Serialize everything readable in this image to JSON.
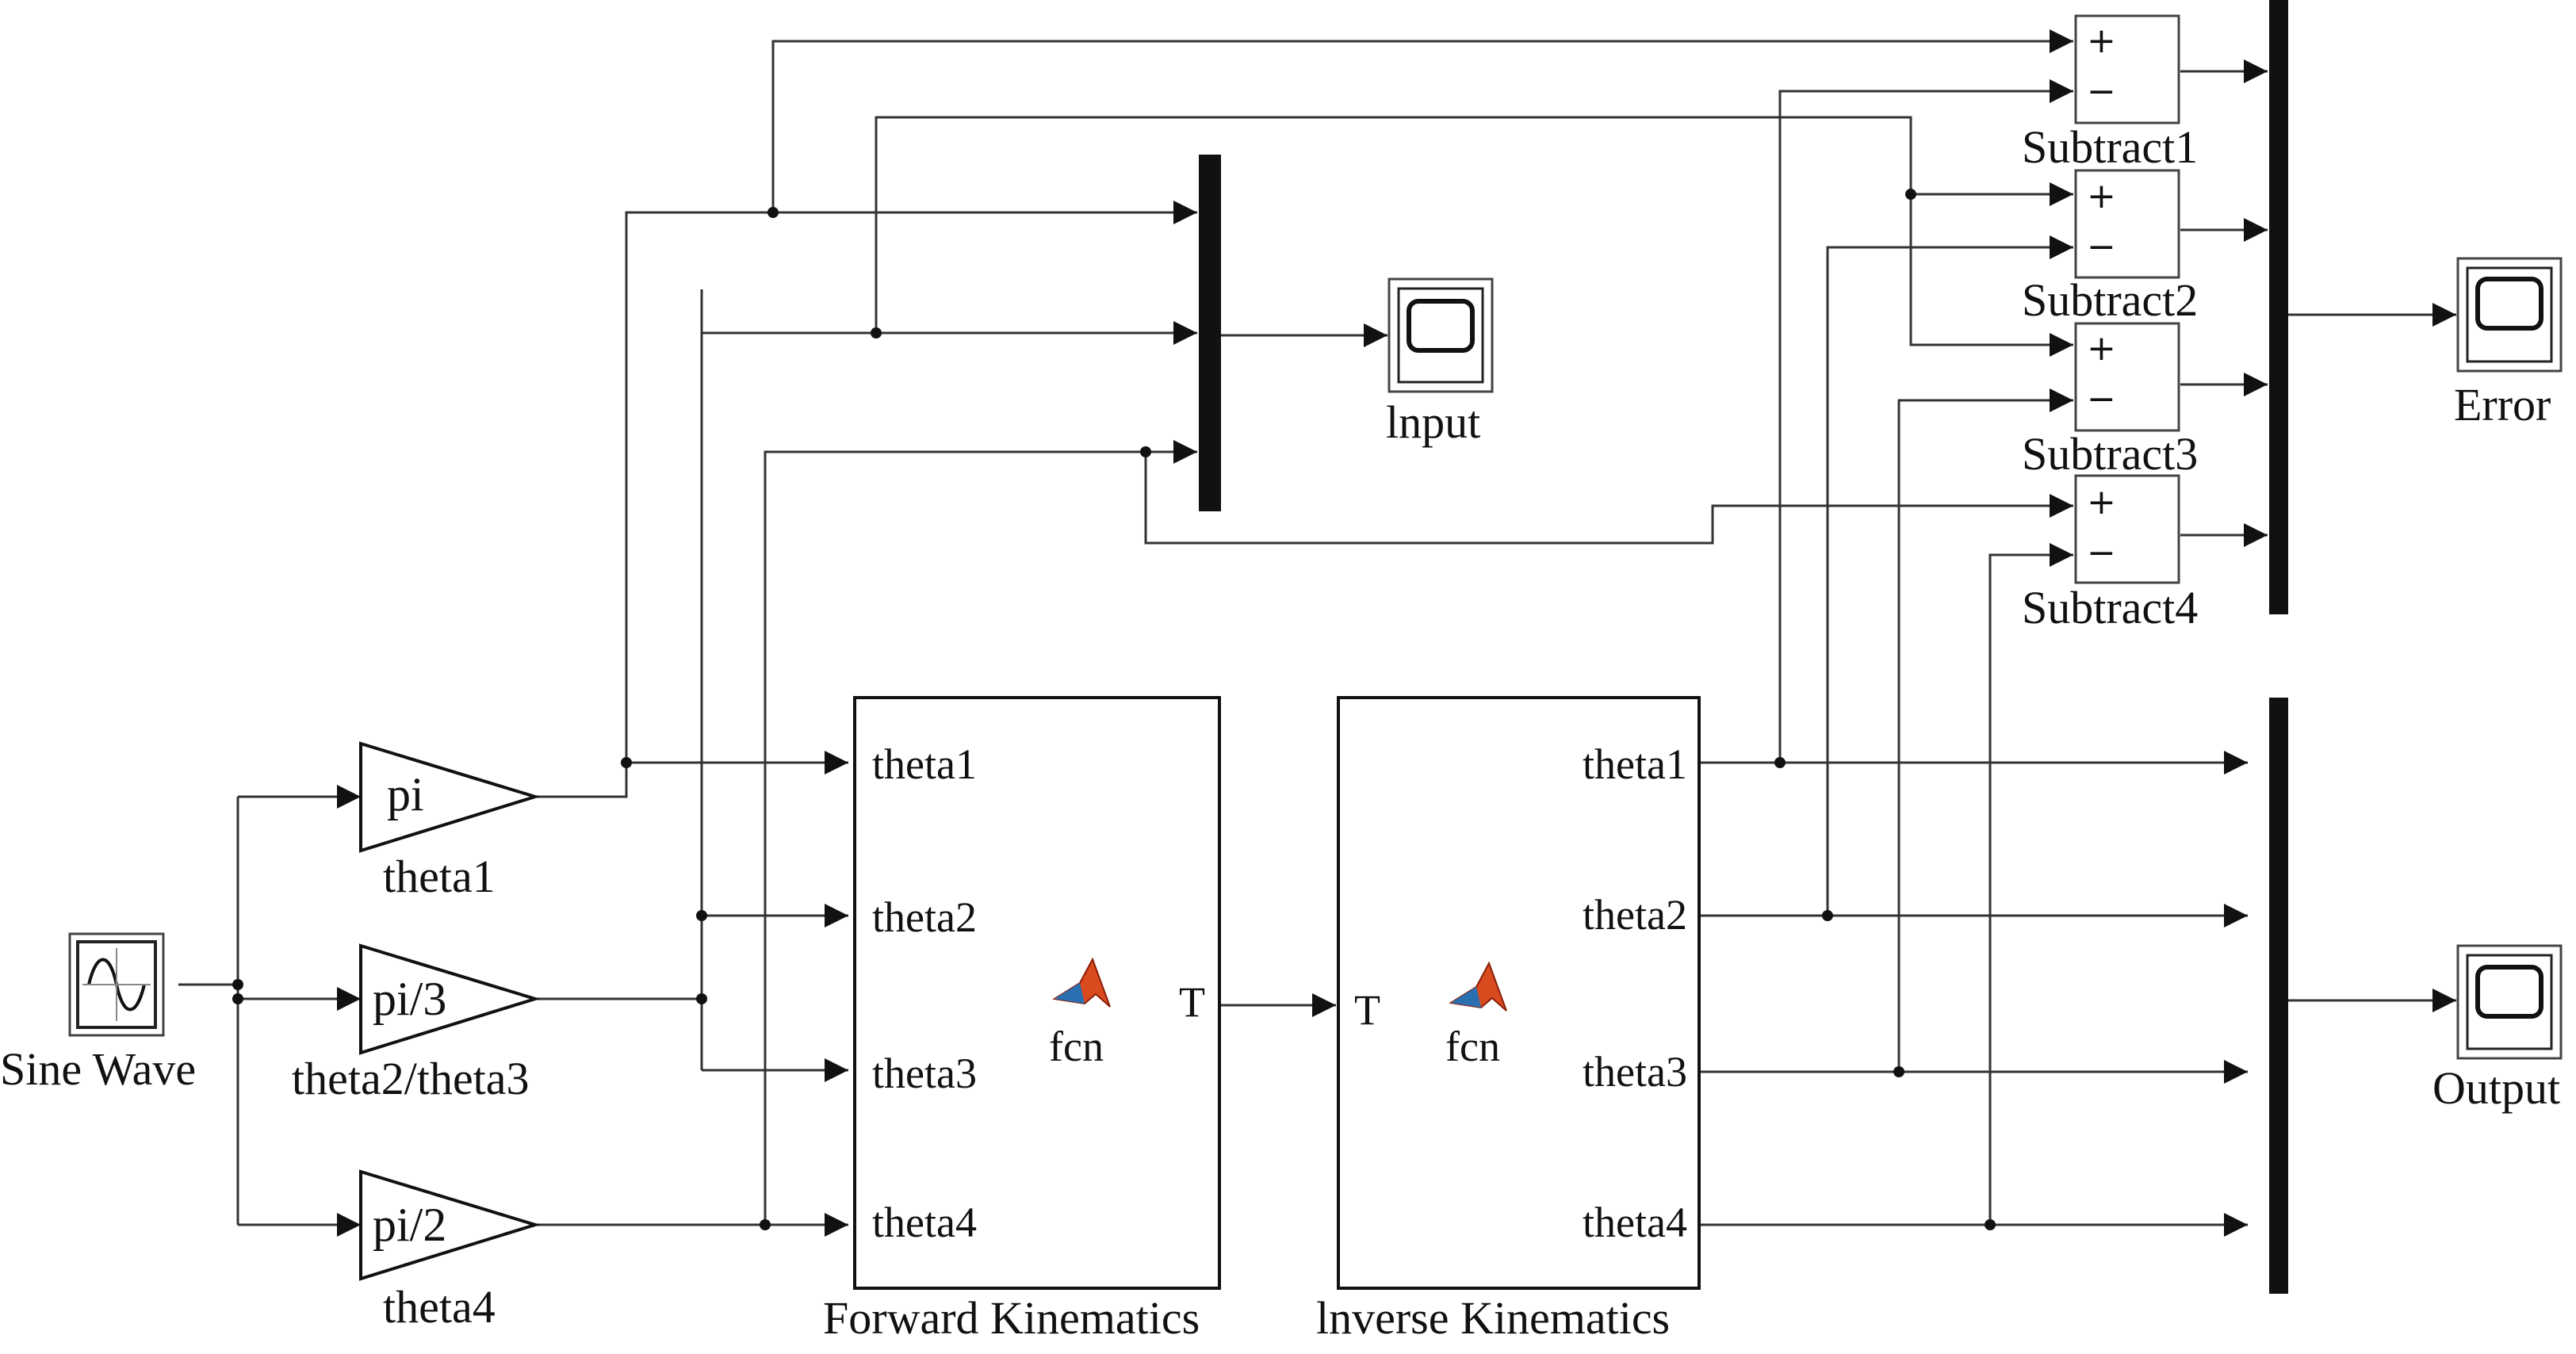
{
  "blocks": {
    "sine_wave": "Sine Wave",
    "gain_theta1": {
      "value": "pi",
      "label": "theta1"
    },
    "gain_theta23": {
      "value": "pi/3",
      "label": "theta2/theta3"
    },
    "gain_theta4": {
      "value": "pi/2",
      "label": "theta4"
    },
    "forward": {
      "label": "Forward Kinematics",
      "fcn": "fcn",
      "inputs": [
        "theta1",
        "theta2",
        "theta3",
        "theta4"
      ],
      "output": "T"
    },
    "inverse": {
      "label": "lnverse Kinematics",
      "fcn": "fcn",
      "input": "T",
      "outputs": [
        "theta1",
        "theta2",
        "theta3",
        "theta4"
      ]
    },
    "scopes": {
      "input": "lnput",
      "error": "Error",
      "output": "Output"
    },
    "subtracts": [
      {
        "label": "Subtract1",
        "plus": "+",
        "minus": "−"
      },
      {
        "label": "Subtract2",
        "plus": "+",
        "minus": "−"
      },
      {
        "label": "Subtract3",
        "plus": "+",
        "minus": "−"
      },
      {
        "label": "Subtract4",
        "plus": "+",
        "minus": "−"
      }
    ]
  },
  "colors": {
    "matlab_logo": "#d94a1e",
    "matlab_logo_dark": "#8a1f0a",
    "matlab_logo_blue": "#2a6fb0"
  }
}
